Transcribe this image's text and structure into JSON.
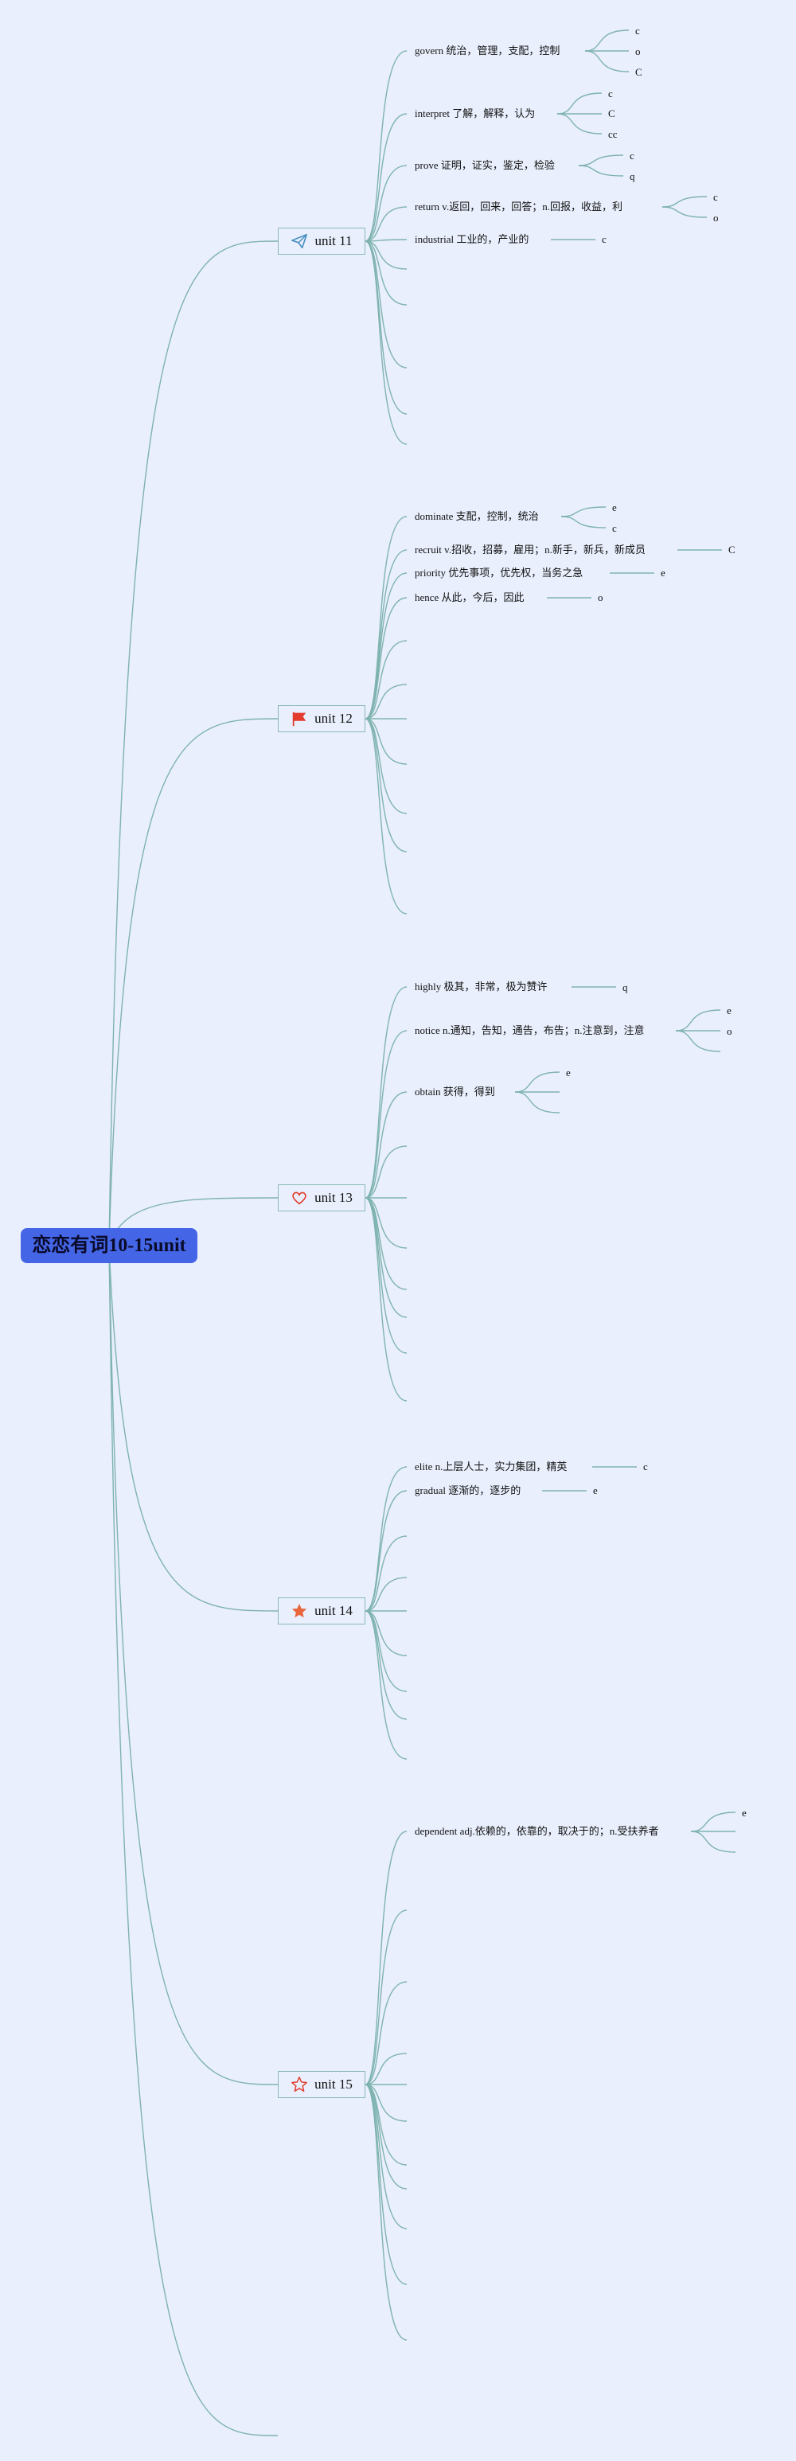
{
  "root": {
    "label": "恋恋有词10-15unit"
  },
  "units": [
    {
      "label": "unit 11",
      "icon": "paper-plane-icon",
      "words": [
        {
          "text": "govern 统治，管理，支配，控制",
          "leaves": [
            "c",
            "o",
            "C"
          ]
        },
        {
          "text": "interpret 了解，解释，认为",
          "leaves": [
            "c",
            "C",
            "cc"
          ]
        },
        {
          "text": "prove 证明，证实，鉴定，检验",
          "leaves": [
            "c",
            "q"
          ]
        },
        {
          "text": "return v.返回，回来，回答；n.回报，收益，利",
          "leaves": [
            "c",
            "o"
          ]
        },
        {
          "text": "industrial 工业的，产业的",
          "leaves": [
            "c"
          ]
        }
      ]
    },
    {
      "label": "unit 12",
      "icon": "flag-icon",
      "words": [
        {
          "text": "dominate 支配，控制，统治",
          "leaves": [
            "e",
            "c"
          ]
        },
        {
          "text": "recruit v.招收，招募，雇用；n.新手，新兵，新成员",
          "leaves": [
            "C"
          ]
        },
        {
          "text": "priority 优先事项，优先权，当务之急",
          "leaves": [
            "e"
          ]
        },
        {
          "text": "hence 从此，今后，因此",
          "leaves": [
            "o"
          ]
        }
      ]
    },
    {
      "label": "unit 13",
      "icon": "heart-icon",
      "words": [
        {
          "text": "highly 极其，非常，极为赞许",
          "leaves": [
            "q"
          ]
        },
        {
          "text": "notice n.通知，告知，通告，布告；n.注意到，注意",
          "leaves": [
            "e",
            "o"
          ]
        },
        {
          "text": "obtain 获得，得到",
          "leaves": [
            "e"
          ]
        }
      ]
    },
    {
      "label": "unit 14",
      "icon": "star-filled-icon",
      "words": [
        {
          "text": "elite n.上层人士，实力集团，精英",
          "leaves": [
            "c"
          ]
        },
        {
          "text": "gradual 逐渐的，逐步的",
          "leaves": [
            "e"
          ]
        }
      ]
    },
    {
      "label": "unit 15",
      "icon": "star-outline-icon",
      "words": [
        {
          "text": "dependent adj.依赖的，依靠的，取决于的；n.受扶养者",
          "leaves": [
            "e"
          ]
        }
      ]
    }
  ],
  "colors": {
    "background": "#e9effc",
    "root_fill": "#4466e6",
    "edge": "#7fb3b0",
    "node_border": "#8ab9b5",
    "icon_red": "#e33b2e",
    "icon_blue": "#4a90c2",
    "icon_orange": "#e9663c"
  }
}
